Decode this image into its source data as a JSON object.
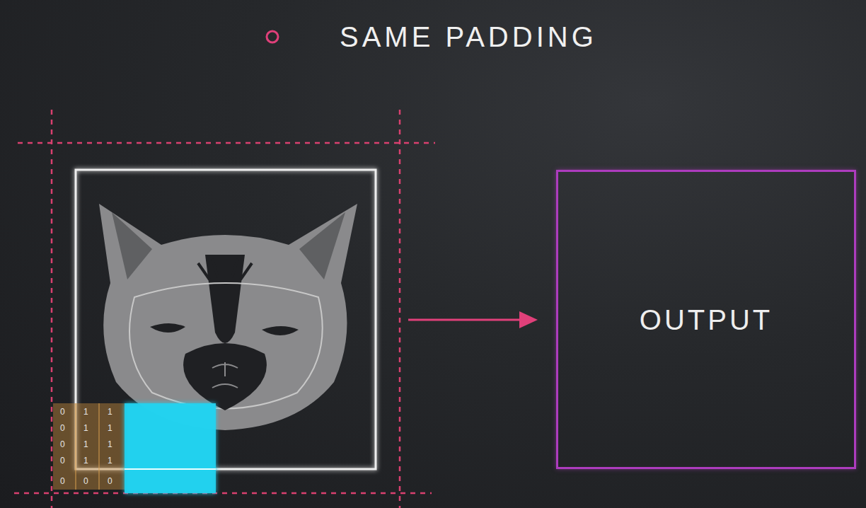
{
  "diagram": {
    "title": "SAME PADDING",
    "nodes": [
      {
        "text": [
          "OUTPUT"
        ]
      }
    ],
    "labels": [
      "0",
      "1",
      "1",
      "0",
      "1",
      "1",
      "0",
      "1",
      "1",
      "0",
      "1",
      "1",
      "0",
      "0",
      "0"
    ]
  }
}
